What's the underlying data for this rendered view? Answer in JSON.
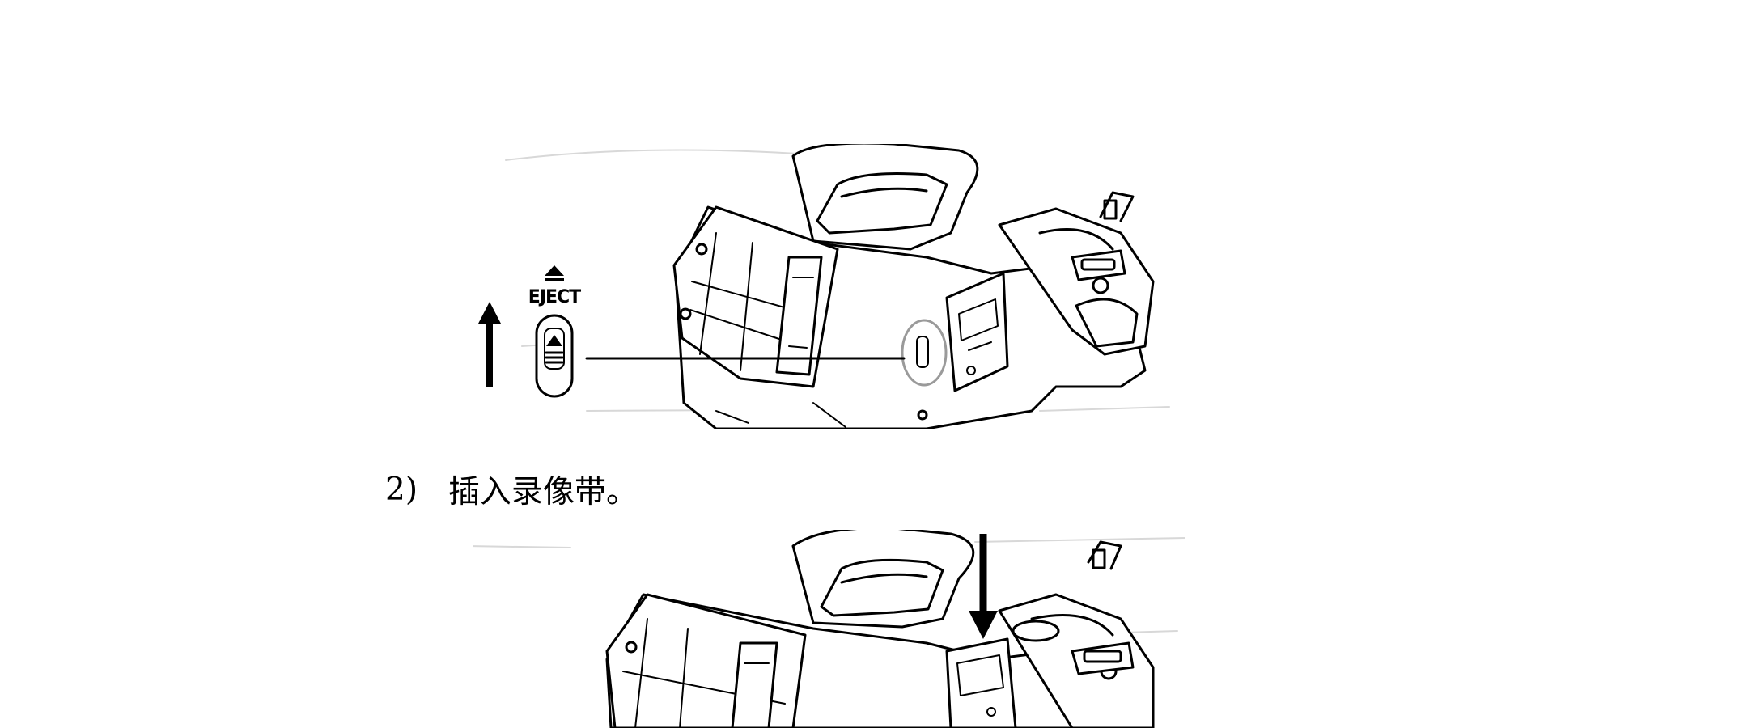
{
  "figure1": {
    "eject_label": "EJECT"
  },
  "step2": {
    "number": "2)",
    "text": "插入录像带。"
  }
}
